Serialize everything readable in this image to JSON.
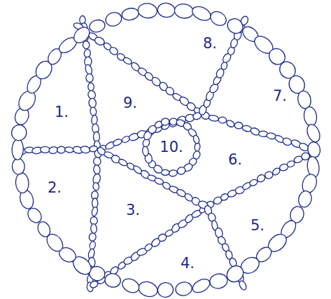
{
  "diagram": {
    "nodes": [
      {
        "text": [
          "10."
        ]
      }
    ],
    "labels": [
      "1.",
      "2.",
      "3.",
      "4.",
      "5.",
      "6.",
      "7.",
      "8.",
      "9."
    ]
  }
}
